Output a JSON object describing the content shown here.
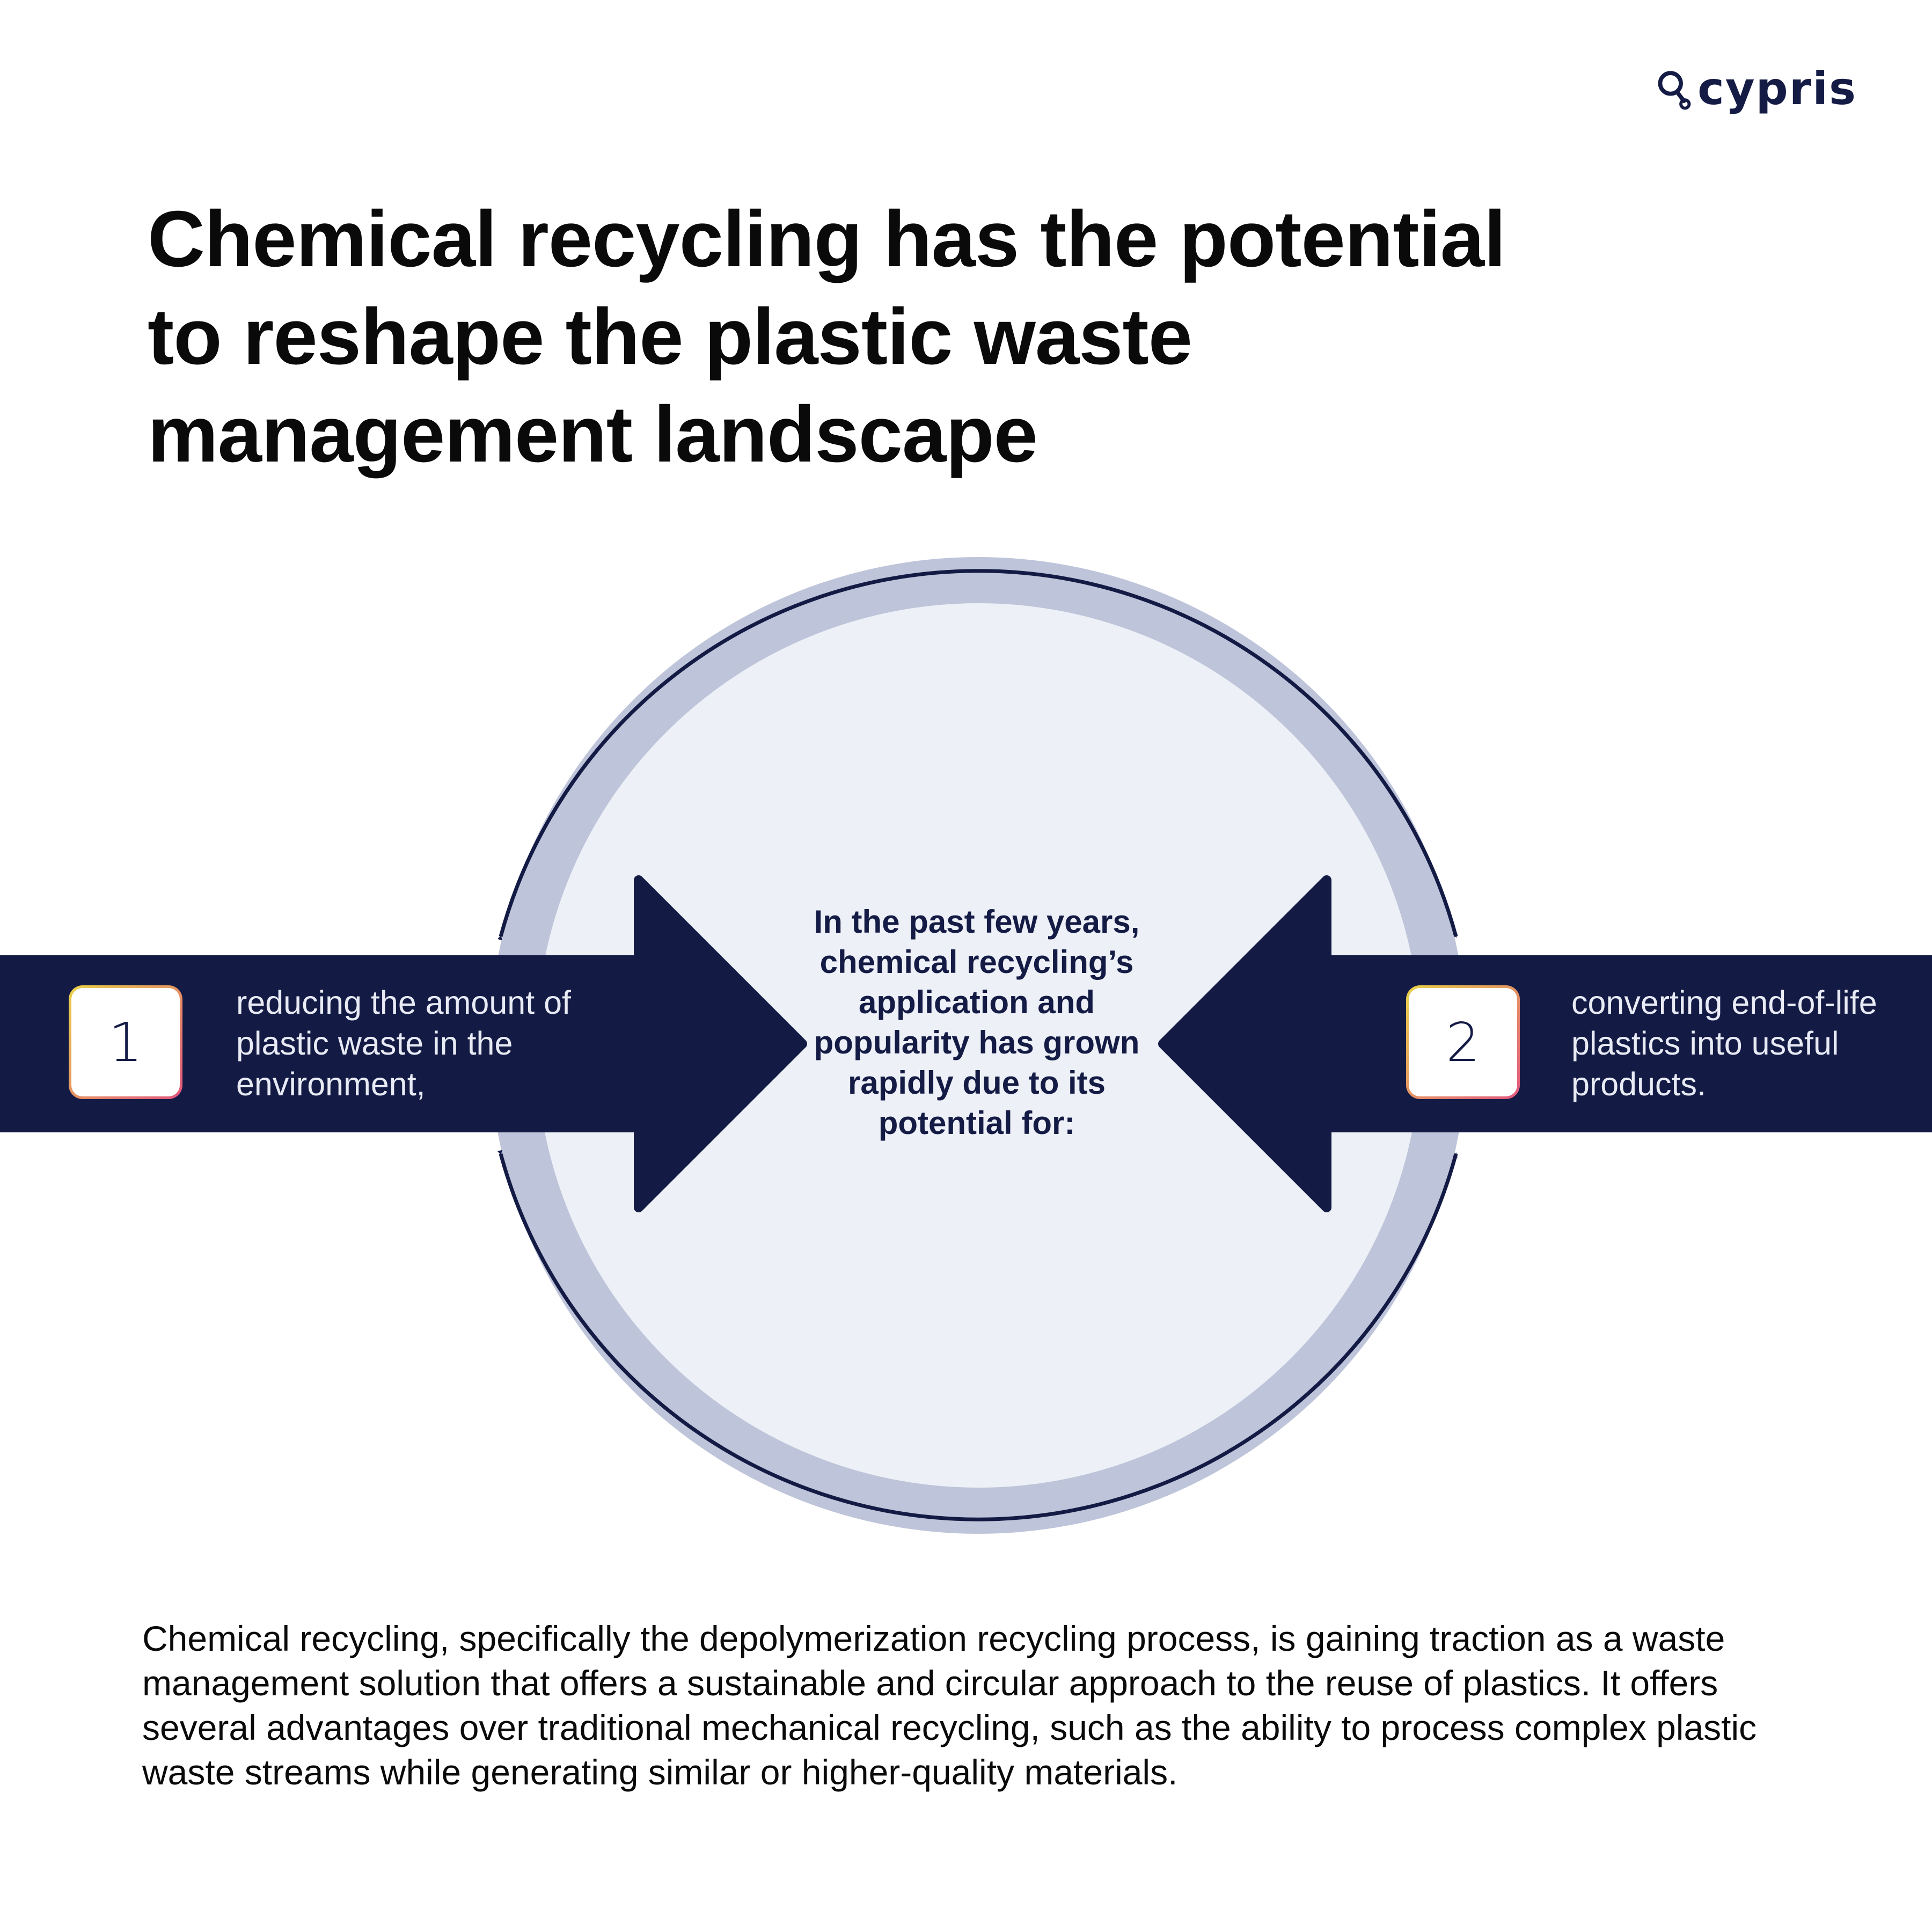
{
  "brand": {
    "logo_icon": "cypris-logo-icon",
    "name": "cypris",
    "color": "#141b45"
  },
  "title": "Chemical recycling has the potential to reshape the plastic waste management landscape",
  "diagram": {
    "center_text": "In the past few years, chemical recycling’s application and popularity has grown rapidly due to its potential for:",
    "items": [
      {
        "number": "1",
        "text": "reducing the amount of plastic waste in the environment,"
      },
      {
        "number": "2",
        "text": "converting end-of-life plastics into useful products."
      }
    ],
    "colors": {
      "navy": "#131b45",
      "ring": "#bec4d9",
      "inner": "#edf0f6",
      "box_gradient": [
        "#e9d24a",
        "#e2567e"
      ]
    }
  },
  "footer_text": "Chemical recycling, specifically the depolymerization recycling process, is gaining traction as a waste management solution that offers a sustainable and circular approach to the reuse of plastics. It offers several advantages over traditional mechanical recycling, such as the ability to process complex plastic waste streams while generating similar or higher-quality materials."
}
